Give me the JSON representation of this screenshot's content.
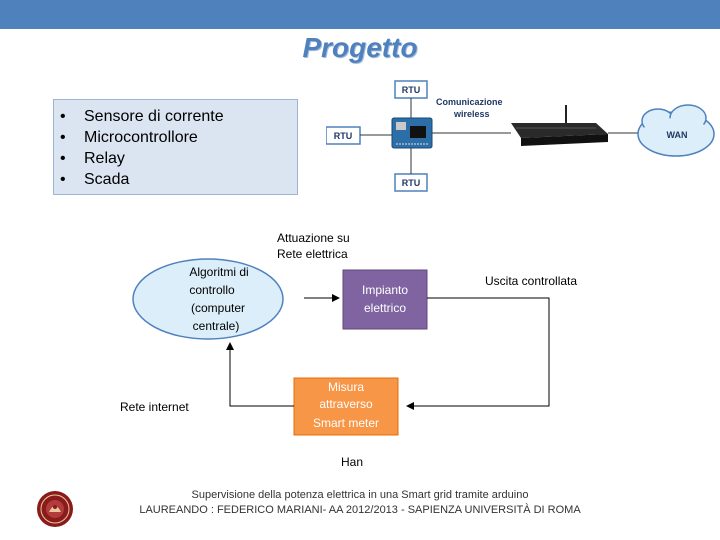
{
  "slide": {
    "title": "Progetto",
    "bullets": [
      {
        "label": "Sensore di corrente"
      },
      {
        "label": "Microcontrollore"
      },
      {
        "label": "Relay"
      },
      {
        "label": "Scada"
      }
    ],
    "network": {
      "rtu_top": "RTU",
      "rtu_left": "RTU",
      "rtu_bottom": "RTU",
      "comm_line1": "Comunicazione",
      "comm_line2": "wireless",
      "wan": "WAN"
    },
    "flow": {
      "attuazione_line1": "Attuazione su",
      "attuazione_line2": "Rete elettrica",
      "algo_line1": "Algoritmi di",
      "algo_line2": "controllo",
      "algo_line3": "(computer",
      "algo_line4": "centrale)",
      "impianto_line1": "Impianto",
      "impianto_line2": "elettrico",
      "uscita": "Uscita controllata",
      "misura_line1": "Misura",
      "misura_line2": "attraverso",
      "misura_line3": "Smart meter",
      "rete_internet": "Rete internet",
      "han": "Han"
    },
    "footer": {
      "line1": "Supervisione della potenza elettrica in una Smart grid tramite arduino",
      "line2": "LAUREANDO : FEDERICO MARIANI-  AA 2012/2013  - SAPIENZA UNIVERSITÀ DI ROMA"
    },
    "colors": {
      "accent": "#4f81bd",
      "algo_fill": "#dbeef9",
      "impianto_fill": "#8064a2",
      "misura_fill": "#f79646",
      "seal": "#8b1a1a"
    }
  }
}
